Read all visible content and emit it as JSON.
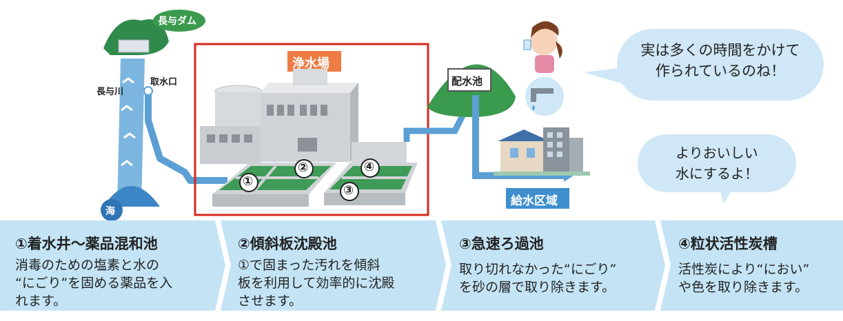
{
  "labels": {
    "dam": "長与ダム",
    "river": "長与川",
    "intake": "取水口",
    "sea": "海",
    "plant": "浄水場",
    "reservoir": "配水池",
    "supply_area": "給水区域",
    "num1": "①",
    "num2": "②",
    "num3": "③",
    "num4": "④"
  },
  "bubbles": {
    "top_line1": "実は多くの時間をかけて",
    "top_line2": "作られているのね！",
    "mid_line1": "よりおいしい",
    "mid_line2": "水にするよ！"
  },
  "steps": [
    {
      "title": "①着水井～薬品混和池",
      "lines": [
        "消毒のための塩素と水の",
        "“にごり”を固める薬品を入",
        "れます。"
      ]
    },
    {
      "title": "②傾斜板沈殿池",
      "lines": [
        "①で固まった汚れを傾斜",
        "板を利用して効率的に沈殿",
        "させます。"
      ]
    },
    {
      "title": "③急速ろ過池",
      "lines": [
        "取り切れなかった“にごり”",
        "を砂の層で取り除きます。"
      ]
    },
    {
      "title": "④粒状活性炭槽",
      "lines": [
        "活性炭により“におい”",
        "や色を取り除きます。"
      ]
    }
  ],
  "colors": {
    "panel": "#c4e4f5",
    "panel_edge": "#ffffff",
    "water": "#5b9fd4",
    "red_frame": "#d9261c",
    "orange_tag": "#ef7b45",
    "green": "#3a9a4e",
    "tag_blue": "#3f8fce"
  }
}
